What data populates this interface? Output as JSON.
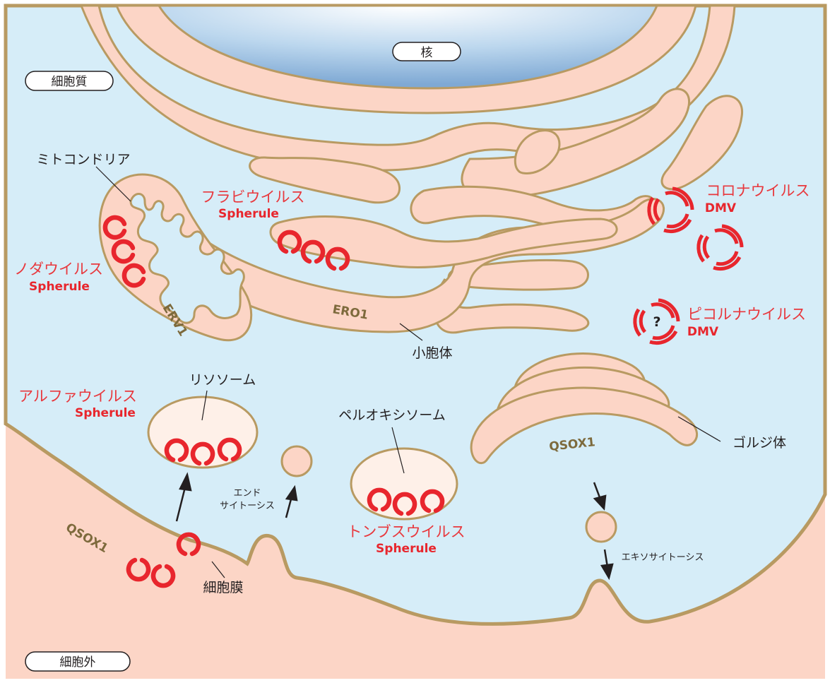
{
  "compartments": {
    "cytoplasm": "細胞質",
    "nucleus": "核",
    "extracellular": "細胞外"
  },
  "organelles": {
    "mitochondria": "ミトコンドリア",
    "er": "小胞体",
    "lysosome": "リソソーム",
    "peroxisome": "ペルオキシソーム",
    "golgi": "ゴルジ体",
    "plasma_membrane": "細胞膜"
  },
  "enzymes": {
    "erv1": "ERV1",
    "ero1": "ERO1",
    "qsox1_golgi": "QSOX1",
    "qsox1_membrane": "QSOX1"
  },
  "processes": {
    "endocytosis_line1": "エンド",
    "endocytosis_line2": "サイトーシス",
    "exocytosis": "エキソサイトーシス"
  },
  "viruses": {
    "flavi": {
      "name": "フラビウイルス",
      "structure": "Spherule"
    },
    "noda": {
      "name": "ノダウイルス",
      "structure": "Spherule"
    },
    "corona": {
      "name": "コロナウイルス",
      "structure": "DMV"
    },
    "picorna": {
      "name": "ピコルナウイルス",
      "structure": "DMV",
      "mark": "?"
    },
    "alpha": {
      "name": "アルファウイルス",
      "structure": "Spherule"
    },
    "tombus": {
      "name": "トンブスウイルス",
      "structure": "Spherule"
    }
  },
  "colors": {
    "cytoplasm": "#d6edf8",
    "membrane_fill": "#fcd5c6",
    "membrane_stroke": "#b89a62",
    "vesicle_fill": "#fef0e8",
    "virus_red": "#e8262d",
    "nucleus_blue": "#9cc1e2"
  }
}
